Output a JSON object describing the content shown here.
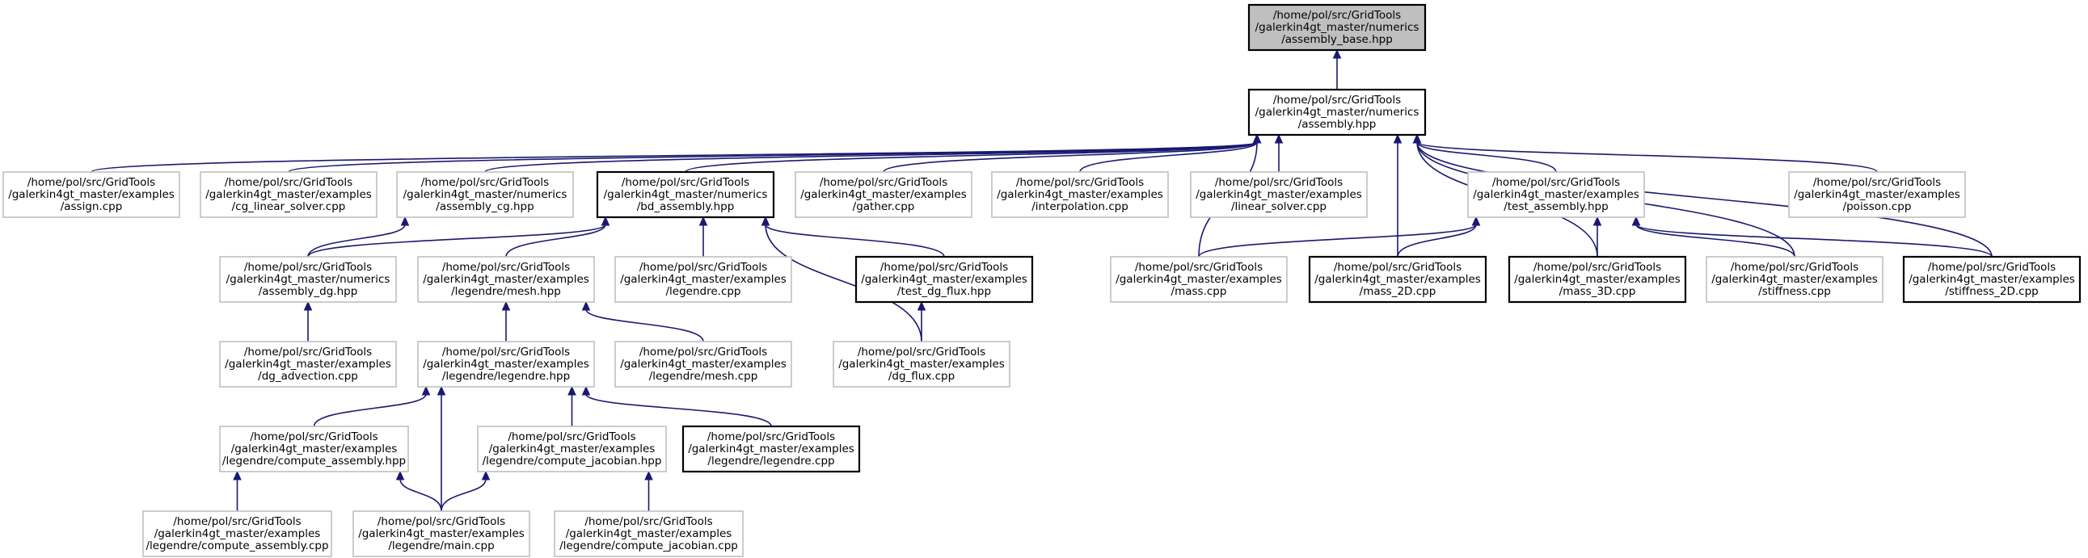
{
  "colors": {
    "edge": "#191970",
    "node_border_gray": "#bfbfbf",
    "node_border_black": "#000000",
    "root_fill": "#bfbfbf"
  },
  "nodes": {
    "assembly_base": [
      "/home/pol/src/GridTools",
      "/galerkin4gt_master/numerics",
      "/assembly_base.hpp"
    ],
    "assembly": [
      "/home/pol/src/GridTools",
      "/galerkin4gt_master/numerics",
      "/assembly.hpp"
    ],
    "assign": [
      "/home/pol/src/GridTools",
      "/galerkin4gt_master/examples",
      "/assign.cpp"
    ],
    "cg_linear_solver": [
      "/home/pol/src/GridTools",
      "/galerkin4gt_master/examples",
      "/cg_linear_solver.cpp"
    ],
    "assembly_cg": [
      "/home/pol/src/GridTools",
      "/galerkin4gt_master/numerics",
      "/assembly_cg.hpp"
    ],
    "bd_assembly": [
      "/home/pol/src/GridTools",
      "/galerkin4gt_master/numerics",
      "/bd_assembly.hpp"
    ],
    "gather": [
      "/home/pol/src/GridTools",
      "/galerkin4gt_master/examples",
      "/gather.cpp"
    ],
    "interpolation": [
      "/home/pol/src/GridTools",
      "/galerkin4gt_master/examples",
      "/interpolation.cpp"
    ],
    "linear_solver": [
      "/home/pol/src/GridTools",
      "/galerkin4gt_master/examples",
      "/linear_solver.cpp"
    ],
    "test_assembly": [
      "/home/pol/src/GridTools",
      "/galerkin4gt_master/examples",
      "/test_assembly.hpp"
    ],
    "poisson": [
      "/home/pol/src/GridTools",
      "/galerkin4gt_master/examples",
      "/poisson.cpp"
    ],
    "assembly_dg": [
      "/home/pol/src/GridTools",
      "/galerkin4gt_master/numerics",
      "/assembly_dg.hpp"
    ],
    "legendre_mesh": [
      "/home/pol/src/GridTools",
      "/galerkin4gt_master/examples",
      "/legendre/mesh.hpp"
    ],
    "legendre_cpp": [
      "/home/pol/src/GridTools",
      "/galerkin4gt_master/examples",
      "/legendre.cpp"
    ],
    "test_dg_flux": [
      "/home/pol/src/GridTools",
      "/galerkin4gt_master/examples",
      "/test_dg_flux.hpp"
    ],
    "mass": [
      "/home/pol/src/GridTools",
      "/galerkin4gt_master/examples",
      "/mass.cpp"
    ],
    "mass_2D": [
      "/home/pol/src/GridTools",
      "/galerkin4gt_master/examples",
      "/mass_2D.cpp"
    ],
    "mass_3D": [
      "/home/pol/src/GridTools",
      "/galerkin4gt_master/examples",
      "/mass_3D.cpp"
    ],
    "stiffness": [
      "/home/pol/src/GridTools",
      "/galerkin4gt_master/examples",
      "/stiffness.cpp"
    ],
    "stiffness_2D": [
      "/home/pol/src/GridTools",
      "/galerkin4gt_master/examples",
      "/stiffness_2D.cpp"
    ],
    "dg_advection": [
      "/home/pol/src/GridTools",
      "/galerkin4gt_master/examples",
      "/dg_advection.cpp"
    ],
    "legendre_legendre_hpp": [
      "/home/pol/src/GridTools",
      "/galerkin4gt_master/examples",
      "/legendre/legendre.hpp"
    ],
    "legendre_mesh_cpp": [
      "/home/pol/src/GridTools",
      "/galerkin4gt_master/examples",
      "/legendre/mesh.cpp"
    ],
    "dg_flux": [
      "/home/pol/src/GridTools",
      "/galerkin4gt_master/examples",
      "/dg_flux.cpp"
    ],
    "compute_assembly_hpp": [
      "/home/pol/src/GridTools",
      "/galerkin4gt_master/examples",
      "/legendre/compute_assembly.hpp"
    ],
    "compute_jacobian_hpp": [
      "/home/pol/src/GridTools",
      "/galerkin4gt_master/examples",
      "/legendre/compute_jacobian.hpp"
    ],
    "legendre_legendre_cpp": [
      "/home/pol/src/GridTools",
      "/galerkin4gt_master/examples",
      "/legendre/legendre.cpp"
    ],
    "compute_assembly_cpp": [
      "/home/pol/src/GridTools",
      "/galerkin4gt_master/examples",
      "/legendre/compute_assembly.cpp"
    ],
    "legendre_main": [
      "/home/pol/src/GridTools",
      "/galerkin4gt_master/examples",
      "/legendre/main.cpp"
    ],
    "compute_jacobian_cpp": [
      "/home/pol/src/GridTools",
      "/galerkin4gt_master/examples",
      "/legendre/compute_jacobian.cpp"
    ]
  }
}
